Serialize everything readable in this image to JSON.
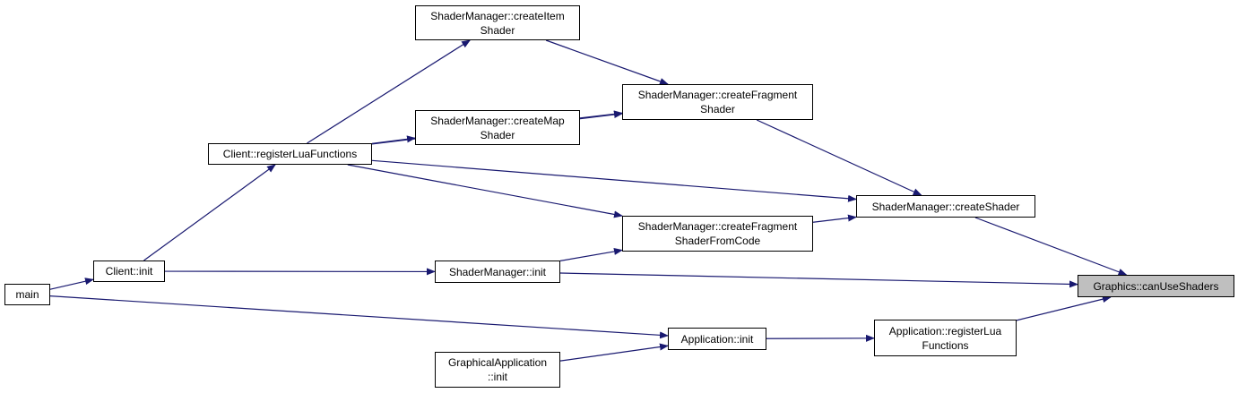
{
  "colors": {
    "edge": "#191970",
    "node_border": "#000000",
    "node_fill": "#ffffff",
    "highlight_fill": "#bfbfbf"
  },
  "nodes": {
    "main": {
      "lines": [
        "main"
      ]
    },
    "client_init": {
      "lines": [
        "Client::init"
      ]
    },
    "client_register": {
      "lines": [
        "Client::registerLuaFunctions"
      ]
    },
    "sm_create_item": {
      "lines": [
        "ShaderManager::createItem",
        "Shader"
      ]
    },
    "sm_create_map": {
      "lines": [
        "ShaderManager::createMap",
        "Shader"
      ]
    },
    "sm_create_fragment": {
      "lines": [
        "ShaderManager::createFragment",
        "Shader"
      ]
    },
    "sm_create_fragment_code": {
      "lines": [
        "ShaderManager::createFragment",
        "ShaderFromCode"
      ]
    },
    "sm_create_shader": {
      "lines": [
        "ShaderManager::createShader"
      ]
    },
    "sm_init": {
      "lines": [
        "ShaderManager::init"
      ]
    },
    "graphics_can_use": {
      "lines": [
        "Graphics::canUseShaders"
      ]
    },
    "app_register": {
      "lines": [
        "Application::registerLua",
        "Functions"
      ]
    },
    "app_init": {
      "lines": [
        "Application::init"
      ]
    },
    "graphical_app_init": {
      "lines": [
        "GraphicalApplication",
        "::init"
      ]
    }
  },
  "edges": [
    {
      "from": "main",
      "to": "client_init"
    },
    {
      "from": "main",
      "to": "app_init"
    },
    {
      "from": "client_init",
      "to": "client_register"
    },
    {
      "from": "client_init",
      "to": "sm_init"
    },
    {
      "from": "client_register",
      "to": "sm_create_item"
    },
    {
      "from": "client_register",
      "to": "sm_create_fragment"
    },
    {
      "from": "client_register",
      "to": "sm_create_map"
    },
    {
      "from": "client_register",
      "to": "sm_create_shader"
    },
    {
      "from": "client_register",
      "to": "sm_create_fragment_code"
    },
    {
      "from": "sm_create_item",
      "to": "sm_create_fragment"
    },
    {
      "from": "sm_create_map",
      "to": "sm_create_fragment"
    },
    {
      "from": "sm_create_fragment",
      "to": "sm_create_shader"
    },
    {
      "from": "sm_create_fragment_code",
      "to": "sm_create_shader"
    },
    {
      "from": "sm_init",
      "to": "sm_create_fragment_code"
    },
    {
      "from": "sm_init",
      "to": "graphics_can_use"
    },
    {
      "from": "sm_create_shader",
      "to": "graphics_can_use"
    },
    {
      "from": "app_register",
      "to": "graphics_can_use"
    },
    {
      "from": "app_init",
      "to": "app_register"
    },
    {
      "from": "graphical_app_init",
      "to": "app_init"
    }
  ]
}
